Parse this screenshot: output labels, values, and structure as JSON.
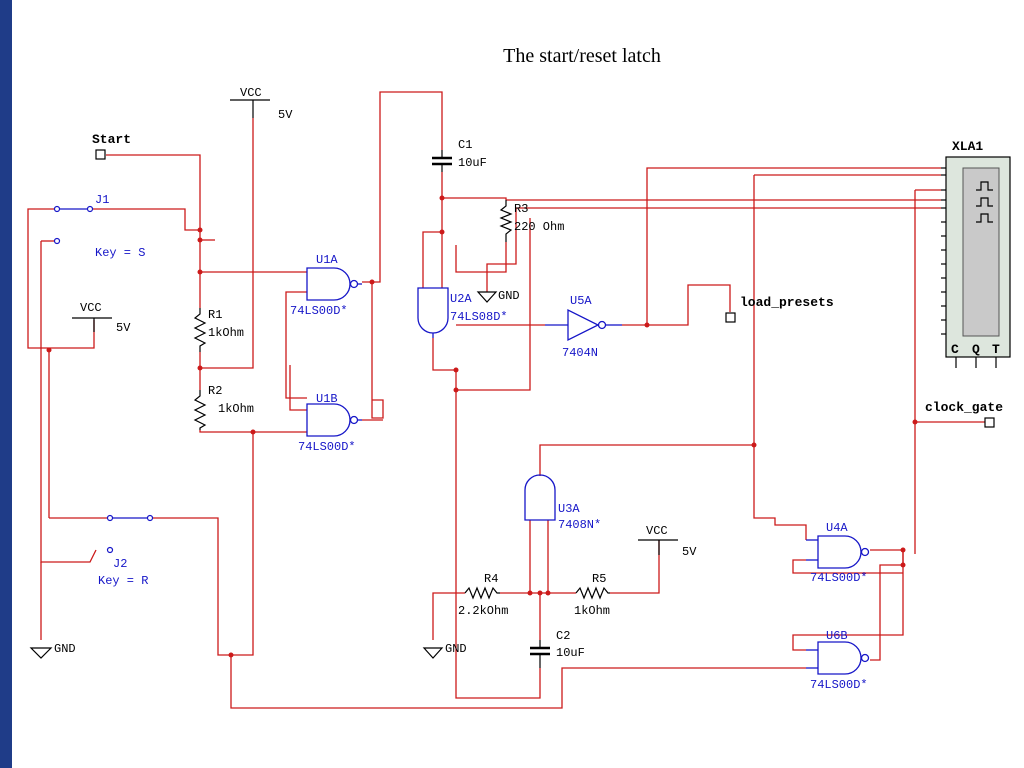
{
  "title": "The start/reset latch",
  "colors": {
    "wire": "#cc1a1a",
    "component": "#1616c8",
    "label": "#000000",
    "frame_bar": "#1f3c88"
  },
  "ports": {
    "start": "Start",
    "load_presets": "load_presets",
    "clock_gate": "clock_gate"
  },
  "power": {
    "vcc1": {
      "label": "VCC",
      "value": "5V"
    },
    "vcc2": {
      "label": "VCC",
      "value": "5V"
    },
    "vcc3": {
      "label": "VCC",
      "value": "5V"
    },
    "gnd": "GND"
  },
  "switches": {
    "j1": {
      "name": "J1",
      "key": "Key = S"
    },
    "j2": {
      "name": "J2",
      "key": "Key = R"
    }
  },
  "resistors": {
    "r1": {
      "name": "R1",
      "value": "1kOhm"
    },
    "r2": {
      "name": "R2",
      "value": "1kOhm"
    },
    "r3": {
      "name": "R3",
      "value": "220 Ohm"
    },
    "r4": {
      "name": "R4",
      "value": "2.2kOhm"
    },
    "r5": {
      "name": "R5",
      "value": "1kOhm"
    }
  },
  "capacitors": {
    "c1": {
      "name": "C1",
      "value": "10uF"
    },
    "c2": {
      "name": "C2",
      "value": "10uF"
    }
  },
  "gates": {
    "u1a": {
      "name": "U1A",
      "part": "74LS00D*"
    },
    "u1b": {
      "name": "U1B",
      "part": "74LS00D*"
    },
    "u2a": {
      "name": "U2A",
      "part": "74LS08D*"
    },
    "u5a": {
      "name": "U5A",
      "part": "7404N"
    },
    "u3a": {
      "name": "U3A",
      "part": "7408N*"
    },
    "u4a": {
      "name": "U4A",
      "part": "74LS00D*"
    },
    "u6b": {
      "name": "U6B",
      "part": "74LS00D*"
    }
  },
  "analyzer": {
    "name": "XLA1",
    "pins": [
      "C",
      "Q",
      "T"
    ]
  }
}
